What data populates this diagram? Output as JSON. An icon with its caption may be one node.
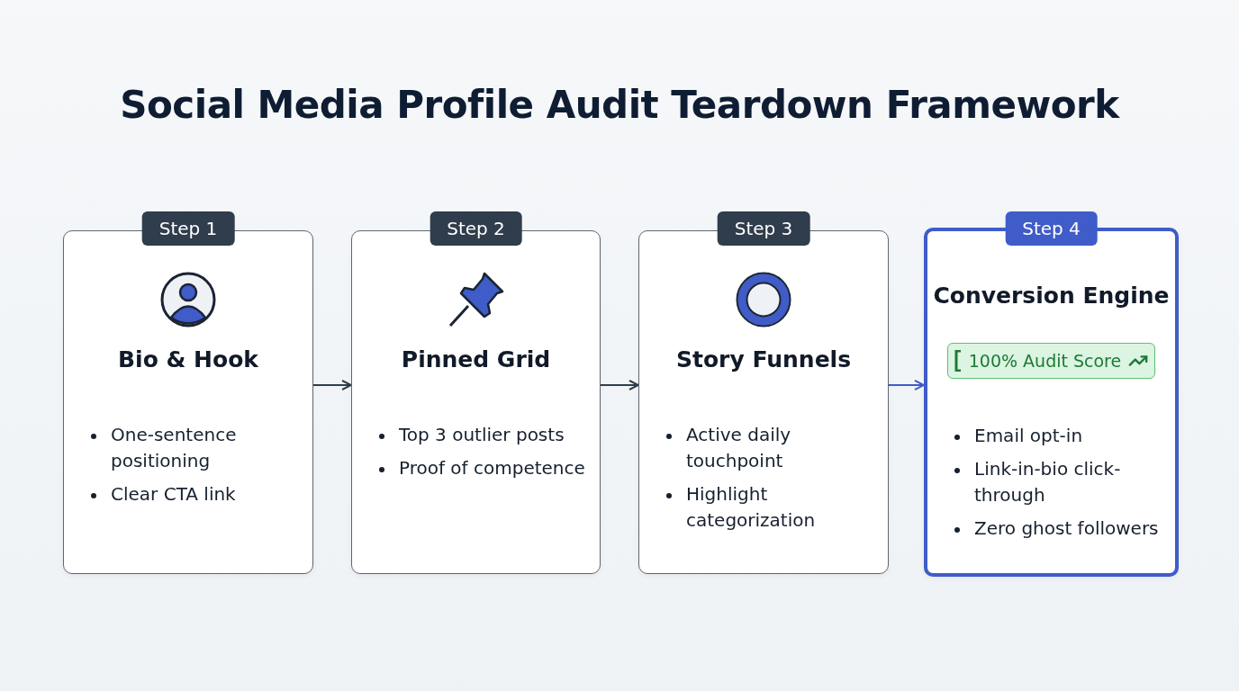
{
  "diagram": {
    "title": "Social Media Profile Audit Teardown Framework",
    "nodes": [
      {
        "text": [
          "Step 1",
          "Bio & Hook",
          "One-sentence positioning",
          "Clear CTA link"
        ]
      },
      {
        "text": [
          "Step 2",
          "Pinned Grid",
          "Top 3 outlier posts",
          "Proof of competence"
        ]
      },
      {
        "text": [
          "Step 3",
          "Story Funnels",
          "Active daily touchpoint",
          "Highlight categorization"
        ]
      },
      {
        "text": [
          "Step 4",
          "Conversion Engine",
          "Email opt-in",
          "Link-in-bio click-through",
          "Zero ghost followers"
        ]
      },
      {
        "text": [
          "100% Audit Score"
        ],
        "in": 3
      }
    ],
    "edges": [
      {
        "from": 0,
        "to": 1,
        "arrow": "to"
      },
      {
        "from": 1,
        "to": 2,
        "arrow": "to"
      },
      {
        "from": 2,
        "to": 3,
        "arrow": "to",
        "color": "#3f5cc8"
      }
    ]
  }
}
